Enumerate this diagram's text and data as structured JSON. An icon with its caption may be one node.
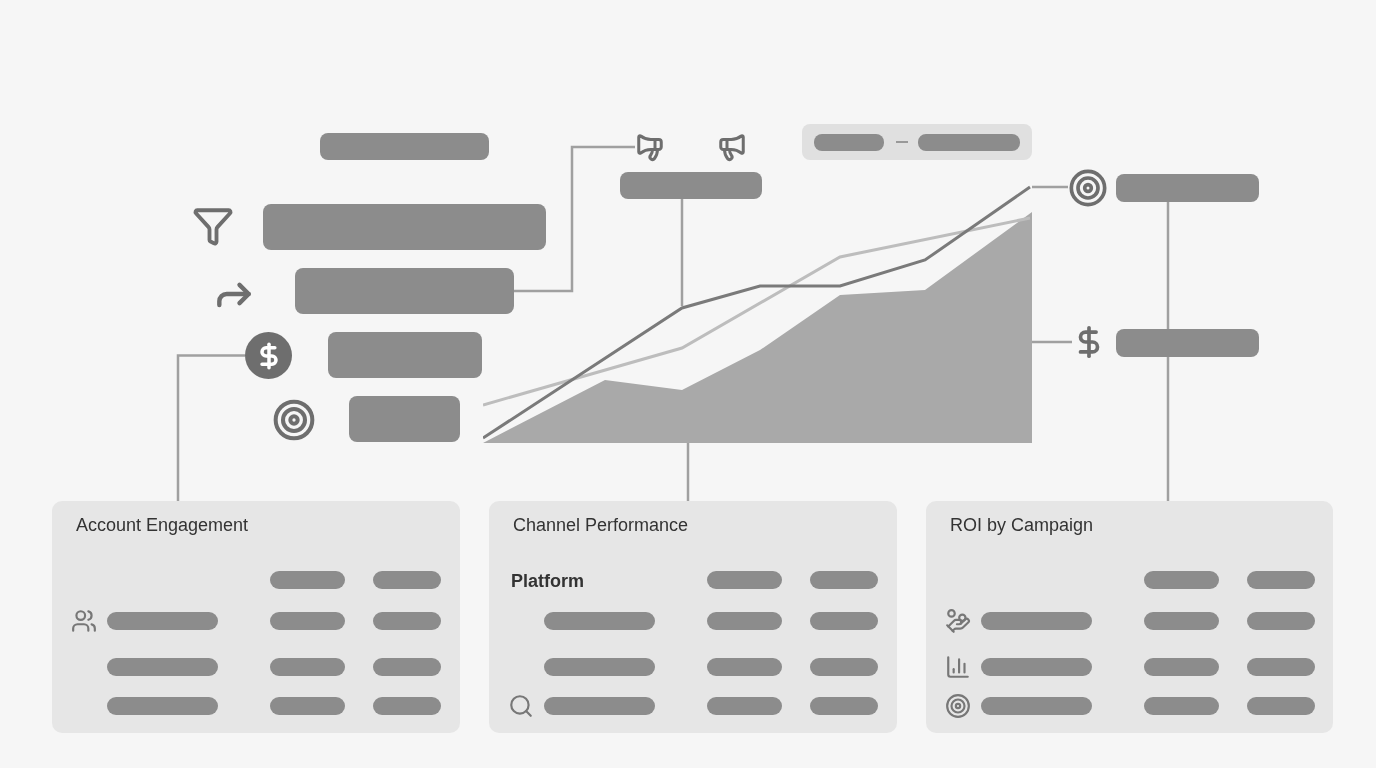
{
  "diagram": {
    "nodes": [
      {
        "text": [],
        "shape": "bar"
      },
      {
        "text": [],
        "shape": "picture"
      },
      {
        "text": [],
        "shape": "bar"
      },
      {
        "text": [],
        "shape": "box"
      },
      {
        "text": [],
        "shape": "bar",
        "in": 3
      },
      {
        "text": [],
        "shape": "bar",
        "in": 3
      },
      {
        "text": [],
        "shape": "bar"
      },
      {
        "text": [],
        "shape": "bar"
      },
      {
        "text": [],
        "shape": "picture"
      },
      {
        "text": [],
        "shape": "bar"
      },
      {
        "text": [],
        "shape": "circle"
      },
      {
        "text": [],
        "shape": "bar"
      },
      {
        "text": [],
        "shape": "picture"
      },
      {
        "text": [],
        "shape": "picture"
      },
      {
        "text": [],
        "shape": "bar"
      },
      {
        "text": [],
        "shape": "bar"
      },
      {
        "text": [
          "Account Engagement"
        ]
      },
      {
        "text": [
          "Channel Performance",
          "Platform"
        ]
      },
      {
        "text": [
          "ROI by Campaign"
        ]
      }
    ],
    "edges": [
      {
        "from": 7,
        "to": 1,
        "arrow": "none"
      },
      {
        "from": 2,
        "to": 12,
        "arrow": "none"
      },
      {
        "from": 10,
        "to": 16,
        "arrow": "none"
      },
      {
        "from": 12,
        "to": 17,
        "arrow": "none"
      },
      {
        "from": 12,
        "to": 8,
        "arrow": "none"
      },
      {
        "from": 12,
        "to": 13,
        "arrow": "none"
      },
      {
        "from": 9,
        "to": 14,
        "arrow": "none"
      },
      {
        "from": 14,
        "to": 18,
        "arrow": "none"
      }
    ]
  }
}
